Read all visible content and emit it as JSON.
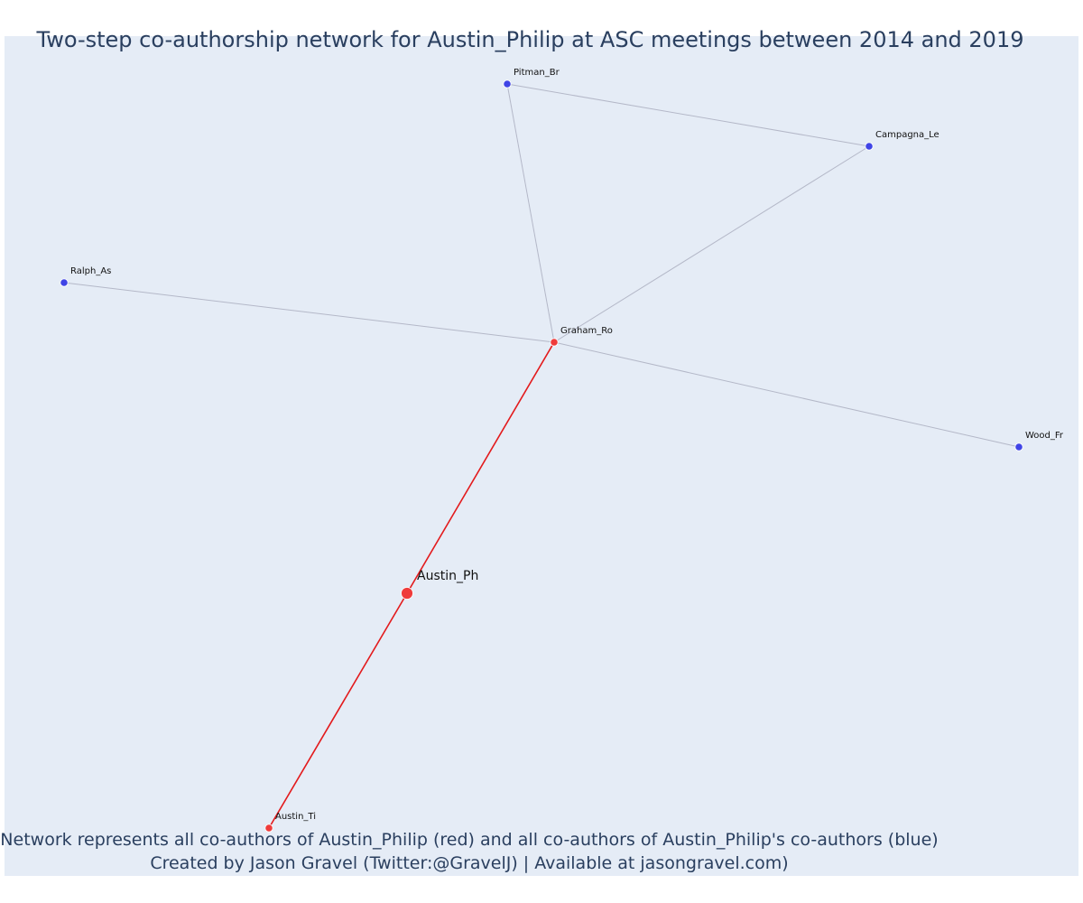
{
  "title": "Two-step co-authorship network for Austin_Philip at ASC meetings between 2014 and 2019",
  "caption": {
    "line1": "Network represents all co-authors of Austin_Philip (red) and all co-authors of Austin_Philip's co-authors (blue)",
    "line2": "Created by Jason Gravel (Twitter:@GravelJ) | Available at jasongravel.com)"
  },
  "colors": {
    "background": "#e5ecf6",
    "title_text": "#2a3f5f",
    "coauthor_red": "#ef3b3b",
    "second_step_blue": "#3f44e6",
    "red_edge": "#e31a1c",
    "grey_edge": "#b4b8c8"
  },
  "nodes": [
    {
      "id": "Austin_Ph",
      "label": "Austin_Ph",
      "group": "focal"
    },
    {
      "id": "Graham_Ro",
      "label": "Graham_Ro",
      "group": "coauthor"
    },
    {
      "id": "Austin_Ti",
      "label": "Austin_Ti",
      "group": "coauthor"
    },
    {
      "id": "Pitman_Br",
      "label": "Pitman_Br",
      "group": "second"
    },
    {
      "id": "Campagna_Le",
      "label": "Campagna_Le",
      "group": "second"
    },
    {
      "id": "Ralph_As",
      "label": "Ralph_As",
      "group": "second"
    },
    {
      "id": "Wood_Fr",
      "label": "Wood_Fr",
      "group": "second"
    }
  ],
  "edges": [
    {
      "source": "Austin_Ph",
      "target": "Graham_Ro",
      "type": "direct"
    },
    {
      "source": "Austin_Ph",
      "target": "Austin_Ti",
      "type": "direct"
    },
    {
      "source": "Graham_Ro",
      "target": "Pitman_Br",
      "type": "indirect"
    },
    {
      "source": "Graham_Ro",
      "target": "Campagna_Le",
      "type": "indirect"
    },
    {
      "source": "Graham_Ro",
      "target": "Ralph_As",
      "type": "indirect"
    },
    {
      "source": "Graham_Ro",
      "target": "Wood_Fr",
      "type": "indirect"
    },
    {
      "source": "Pitman_Br",
      "target": "Campagna_Le",
      "type": "indirect"
    }
  ]
}
